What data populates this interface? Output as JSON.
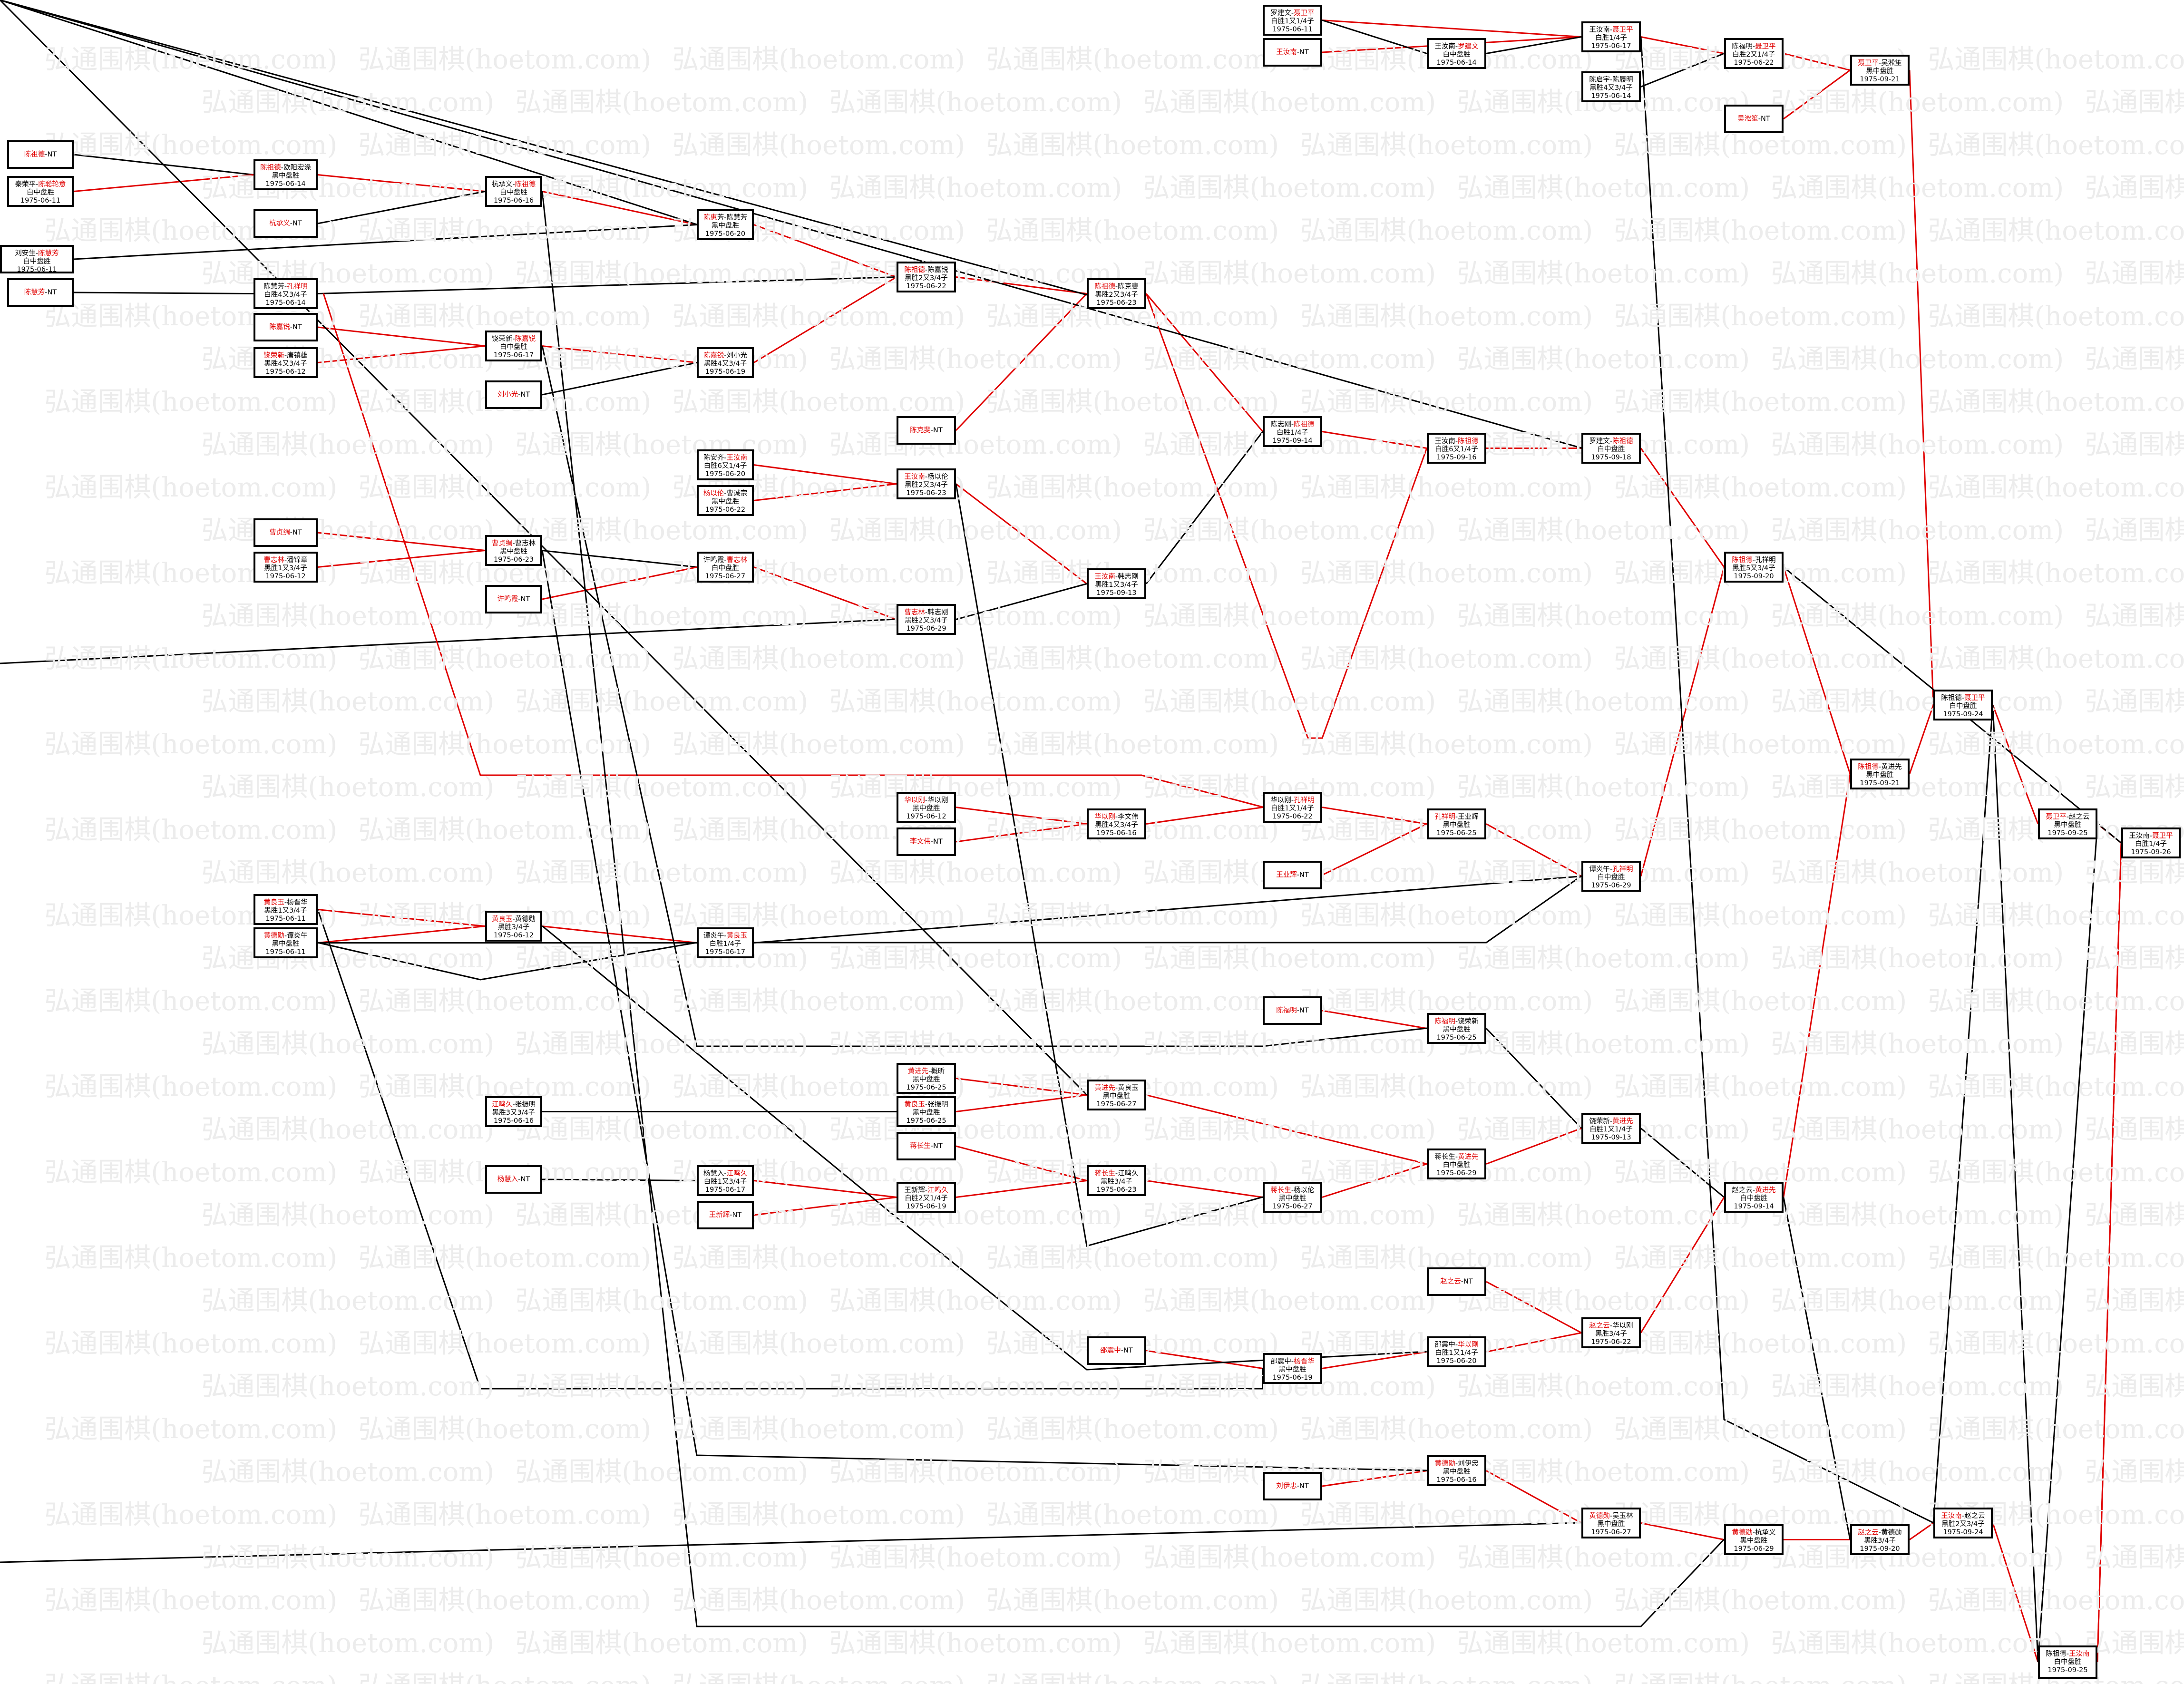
{
  "colors": {
    "red": "#e00000",
    "black": "#000000",
    "watermark": "#ececec"
  },
  "watermark": {
    "text": "弘通围棋(hoetom.com)"
  },
  "nodes": [
    {
      "id": "n001",
      "l1": [
        {
          "t": "陈祖德",
          "r": true
        },
        {
          "t": "-NT"
        }
      ]
    },
    {
      "id": "n002",
      "l1": [
        {
          "t": "秦荣平-"
        },
        {
          "t": "陈聪轮意",
          "r": true
        }
      ],
      "l2": "白中盘胜",
      "l3": "1975-06-11"
    },
    {
      "id": "n003",
      "l1": [
        {
          "t": "陈祖德",
          "r": true
        },
        {
          "t": "-欧阳宏涤"
        }
      ],
      "l2": "黑中盘胜",
      "l3": "1975-06-14"
    },
    {
      "id": "n004",
      "l1": [
        {
          "t": "杭承义",
          "r": true
        },
        {
          "t": "-NT"
        }
      ]
    },
    {
      "id": "n005",
      "l1": [
        {
          "t": "杭承义-"
        },
        {
          "t": "陈祖德",
          "r": true
        }
      ],
      "l2": "白中盘胜",
      "l3": "1975-06-16"
    },
    {
      "id": "n006",
      "l1": [
        {
          "t": "陈惠",
          "r": true
        },
        {
          "t": "芳-陈慧芳"
        }
      ],
      "l2": "黑中盘胜",
      "l3": "1975-06-20"
    },
    {
      "id": "n007",
      "l1": [
        {
          "t": "刘安生-"
        },
        {
          "t": "陈慧芳",
          "r": true
        }
      ],
      "l2": "白中盘胜",
      "l3": "1975-06-11"
    },
    {
      "id": "n008",
      "l1": [
        {
          "t": "陈慧芳",
          "r": true
        },
        {
          "t": "-NT"
        }
      ]
    },
    {
      "id": "n009",
      "l1": [
        {
          "t": "陈慧芳-"
        },
        {
          "t": "孔祥明",
          "r": true
        }
      ],
      "l2": "白胜4又3/4子",
      "l3": "1975-06-14"
    },
    {
      "id": "n010",
      "l1": [
        {
          "t": "陈嘉锐",
          "r": true
        },
        {
          "t": "-NT"
        }
      ]
    },
    {
      "id": "n011",
      "l1": [
        {
          "t": "饶荣新",
          "r": true
        },
        {
          "t": "-唐镇雄"
        }
      ],
      "l2": "黑胜4又3/4子",
      "l3": "1975-06-12"
    },
    {
      "id": "n012",
      "l1": [
        {
          "t": "饶荣新-"
        },
        {
          "t": "陈嘉锐",
          "r": true
        }
      ],
      "l2": "白中盘胜",
      "l3": "1975-06-17"
    },
    {
      "id": "n013",
      "l1": [
        {
          "t": "刘小光",
          "r": true
        },
        {
          "t": "-NT"
        }
      ]
    },
    {
      "id": "n014",
      "l1": [
        {
          "t": "陈嘉锐",
          "r": true
        },
        {
          "t": "-刘小光"
        }
      ],
      "l2": "黑胜4又3/4子",
      "l3": "1975-06-19"
    },
    {
      "id": "n015",
      "l1": [
        {
          "t": "陈祖德",
          "r": true
        },
        {
          "t": "-陈嘉锐"
        }
      ],
      "l2": "黑胜2又3/4子",
      "l3": "1975-06-22"
    },
    {
      "id": "n016",
      "l1": [
        {
          "t": "陈祖德",
          "r": true
        },
        {
          "t": "-陈克斐"
        }
      ],
      "l2": "黑胜2又3/4子",
      "l3": "1975-06-23"
    },
    {
      "id": "n017",
      "l1": [
        {
          "t": "陈克斐",
          "r": true
        },
        {
          "t": "-NT"
        }
      ]
    },
    {
      "id": "n018",
      "l1": [
        {
          "t": "陈安齐-"
        },
        {
          "t": "王汝南",
          "r": true
        }
      ],
      "l2": "白胜6又1/4子",
      "l3": "1975-06-20"
    },
    {
      "id": "n019",
      "l1": [
        {
          "t": "杨以伦",
          "r": true
        },
        {
          "t": "-曹诚宗",
          "r": false
        }
      ],
      "l2": "黑中盘胜",
      "l3": "1975-06-22"
    },
    {
      "id": "n020",
      "l1": [
        {
          "t": "王汝南",
          "r": true
        },
        {
          "t": "-杨以伦"
        }
      ],
      "l2": "黑胜2又3/4子",
      "l3": "1975-06-23"
    },
    {
      "id": "n021",
      "l1": [
        {
          "t": "曹贞绸",
          "r": true
        },
        {
          "t": "-NT"
        }
      ]
    },
    {
      "id": "n022",
      "l1": [
        {
          "t": "曹志林",
          "r": true
        },
        {
          "t": "-潘锦章"
        }
      ],
      "l2": "黑胜1又3/4子",
      "l3": "1975-06-12"
    },
    {
      "id": "n023",
      "l1": [
        {
          "t": "曹贞绸",
          "r": true
        },
        {
          "t": "-曹志林"
        }
      ],
      "l2": "黑中盘胜",
      "l3": "1975-06-23"
    },
    {
      "id": "n024",
      "l1": [
        {
          "t": "许鸣霞",
          "r": true
        },
        {
          "t": "-NT"
        }
      ]
    },
    {
      "id": "n025",
      "l1": [
        {
          "t": "许鸣霞-"
        },
        {
          "t": "曹志林",
          "r": true
        }
      ],
      "l2": "白中盘胜",
      "l3": "1975-06-27"
    },
    {
      "id": "n026",
      "l1": [
        {
          "t": "曹志林",
          "r": true
        },
        {
          "t": "-韩志刚"
        }
      ],
      "l2": "黑胜2又3/4子",
      "l3": "1975-06-29"
    },
    {
      "id": "n027",
      "l1": [
        {
          "t": "王汝南",
          "r": true
        },
        {
          "t": "-韩志刚"
        }
      ],
      "l2": "黑胜1又3/4子",
      "l3": "1975-09-13"
    },
    {
      "id": "n028",
      "l1": [
        {
          "t": "陈志刚-"
        },
        {
          "t": "陈祖德",
          "r": true
        }
      ],
      "l2": "白胜1/4子",
      "l3": "1975-09-14"
    },
    {
      "id": "n029",
      "l1": [
        {
          "t": "罗建文-"
        },
        {
          "t": "聂卫平",
          "r": true
        }
      ],
      "l2": "白胜1又1/4子",
      "l3": "1975-06-11"
    },
    {
      "id": "n030",
      "l1": [
        {
          "t": "王汝南",
          "r": true
        },
        {
          "t": "-NT"
        }
      ]
    },
    {
      "id": "n031",
      "l1": [
        {
          "t": "王汝南-"
        },
        {
          "t": "罗建文",
          "r": true
        }
      ],
      "l2": "白中盘胜",
      "l3": "1975-06-14"
    },
    {
      "id": "n032",
      "l1": [
        {
          "t": "王汝南-"
        },
        {
          "t": "聂卫平",
          "r": true
        }
      ],
      "l2": "白胜1/4子",
      "l3": "1975-06-17"
    },
    {
      "id": "n033",
      "l1": [
        {
          "t": "陈启宇-"
        },
        {
          "t": "陈履明",
          "r": false
        }
      ],
      "l2": "黑胜4又3/4子",
      "l3": "1975-06-14"
    },
    {
      "id": "n034",
      "l1": [
        {
          "t": "陈福明-"
        },
        {
          "t": "聂卫平",
          "r": true
        }
      ],
      "l2": "白胜2又1/4子",
      "l3": "1975-06-22"
    },
    {
      "id": "n035",
      "l1": [
        {
          "t": "吴淞笙",
          "r": true
        },
        {
          "t": "-NT"
        }
      ]
    },
    {
      "id": "n036",
      "l1": [
        {
          "t": "聂卫平",
          "r": true
        },
        {
          "t": "-吴淞笙"
        }
      ],
      "l2": "黑中盘胜",
      "l3": "1975-09-21"
    },
    {
      "id": "n037",
      "l1": [
        {
          "t": "王汝南-"
        },
        {
          "t": "陈祖德",
          "r": true
        }
      ],
      "l2": "白胜6又1/4子",
      "l3": "1975-09-16"
    },
    {
      "id": "n038",
      "l1": [
        {
          "t": "罗建文-"
        },
        {
          "t": "陈祖德",
          "r": true
        }
      ],
      "l2": "白中盘胜",
      "l3": "1975-09-18"
    },
    {
      "id": "n039",
      "l1": [
        {
          "t": "陈祖德",
          "r": true
        },
        {
          "t": "-孔祥明"
        }
      ],
      "l2": "黑胜5又3/4子",
      "l3": "1975-09-20"
    },
    {
      "id": "n040",
      "l1": [
        {
          "t": "陈祖德",
          "r": true
        },
        {
          "t": "-黄进先"
        }
      ],
      "l2": "黑中盘胜",
      "l3": "1975-09-21"
    },
    {
      "id": "n041",
      "l1": [
        {
          "t": "陈祖德-"
        },
        {
          "t": "聂卫平",
          "r": true
        }
      ],
      "l2": "白中盘胜",
      "l3": "1975-09-24"
    },
    {
      "id": "n042",
      "l1": [
        {
          "t": "聂卫平",
          "r": true
        },
        {
          "t": "-赵之云"
        }
      ],
      "l2": "黑中盘胜",
      "l3": "1975-09-25"
    },
    {
      "id": "n043",
      "l1": [
        {
          "t": "王汝南-"
        },
        {
          "t": "聂卫平",
          "r": true
        }
      ],
      "l2": "白胜1/4子",
      "l3": "1975-09-26"
    },
    {
      "id": "n044",
      "l1": [
        {
          "t": "华以刚",
          "r": true
        },
        {
          "t": "-华以刚"
        }
      ],
      "l2": "黑中盘胜",
      "l3": "1975-06-12"
    },
    {
      "id": "n045",
      "l1": [
        {
          "t": "李文伟",
          "r": true
        },
        {
          "t": "-NT"
        }
      ]
    },
    {
      "id": "n046",
      "l1": [
        {
          "t": "华以刚",
          "r": true
        },
        {
          "t": "-李文伟"
        }
      ],
      "l2": "黑胜4又3/4子",
      "l3": "1975-06-16"
    },
    {
      "id": "n047",
      "l1": [
        {
          "t": "华以刚-"
        },
        {
          "t": "孔祥明",
          "r": true
        }
      ],
      "l2": "白胜1又1/4子",
      "l3": "1975-06-22"
    },
    {
      "id": "n048",
      "l1": [
        {
          "t": "王业辉",
          "r": true
        },
        {
          "t": "-NT"
        }
      ]
    },
    {
      "id": "n049",
      "l1": [
        {
          "t": "孔祥明",
          "r": true
        },
        {
          "t": "-王业辉"
        }
      ],
      "l2": "黑中盘胜",
      "l3": "1975-06-25"
    },
    {
      "id": "n050",
      "l1": [
        {
          "t": "谭炎午-"
        },
        {
          "t": "孔祥明",
          "r": true
        }
      ],
      "l2": "白中盘胜",
      "l3": "1975-06-29"
    },
    {
      "id": "n051",
      "l1": [
        {
          "t": "黄良玉",
          "r": true
        },
        {
          "t": "-杨晋华"
        }
      ],
      "l2": "黑胜1又3/4子",
      "l3": "1975-06-11"
    },
    {
      "id": "n052",
      "l1": [
        {
          "t": "黄德勋",
          "r": true
        },
        {
          "t": "-谭炎午"
        }
      ],
      "l2": "黑中盘胜",
      "l3": "1975-06-11"
    },
    {
      "id": "n053",
      "l1": [
        {
          "t": "黄良玉",
          "r": true
        },
        {
          "t": "-黄德勋"
        }
      ],
      "l2": "黑胜3/4子",
      "l3": "1975-06-12"
    },
    {
      "id": "n054",
      "l1": [
        {
          "t": "谭炎午-"
        },
        {
          "t": "黄良玉",
          "r": true
        }
      ],
      "l2": "白胜1/4子",
      "l3": "1975-06-17"
    },
    {
      "id": "n055",
      "l1": [
        {
          "t": "陈福明",
          "r": true
        },
        {
          "t": "-NT"
        }
      ]
    },
    {
      "id": "n056",
      "l1": [
        {
          "t": "陈福明",
          "r": true
        },
        {
          "t": "-饶荣新"
        }
      ],
      "l2": "黑中盘胜",
      "l3": "1975-06-25"
    },
    {
      "id": "n057",
      "l1": [
        {
          "t": "黄进先",
          "r": true
        },
        {
          "t": "-概昕"
        }
      ],
      "l2": "黑中盘胜",
      "l3": "1975-06-25"
    },
    {
      "id": "n058",
      "l1": [
        {
          "t": "黄良玉",
          "r": true
        },
        {
          "t": "-张振明"
        }
      ],
      "l2": "黑中盘胜",
      "l3": "1975-06-25"
    },
    {
      "id": "n059",
      "l1": [
        {
          "t": "黄进先",
          "r": true
        },
        {
          "t": "-黄良玉"
        }
      ],
      "l2": "黑中盘胜",
      "l3": "1975-06-27"
    },
    {
      "id": "n060",
      "l1": [
        {
          "t": "江鸣久",
          "r": true
        },
        {
          "t": "-张振明"
        }
      ],
      "l2": "黑胜3又3/4子",
      "l3": "1975-06-16"
    },
    {
      "id": "n061",
      "l1": [
        {
          "t": "蒋长生",
          "r": true
        },
        {
          "t": "-NT"
        }
      ]
    },
    {
      "id": "n062",
      "l1": [
        {
          "t": "杨慧入",
          "r": true
        },
        {
          "t": "-NT"
        }
      ]
    },
    {
      "id": "n063",
      "l1": [
        {
          "t": "杨慧入-"
        },
        {
          "t": "江鸣久",
          "r": true
        }
      ],
      "l2": "白胜1又3/4子",
      "l3": "1975-06-17"
    },
    {
      "id": "n064",
      "l1": [
        {
          "t": "王新辉",
          "r": true
        },
        {
          "t": "-NT"
        }
      ]
    },
    {
      "id": "n065",
      "l1": [
        {
          "t": "王新辉-"
        },
        {
          "t": "江鸣久",
          "r": true
        }
      ],
      "l2": "白胜2又1/4子",
      "l3": "1975-06-19"
    },
    {
      "id": "n066",
      "l1": [
        {
          "t": "蒋长生",
          "r": true
        },
        {
          "t": "-江鸣久"
        }
      ],
      "l2": "黑胜3/4子",
      "l3": "1975-06-23"
    },
    {
      "id": "n067",
      "l1": [
        {
          "t": "蒋长生",
          "r": true
        },
        {
          "t": "-杨以伦"
        }
      ],
      "l2": "黑中盘胜",
      "l3": "1975-06-27"
    },
    {
      "id": "n068",
      "l1": [
        {
          "t": "蒋长生-"
        },
        {
          "t": "黄进先",
          "r": true
        }
      ],
      "l2": "白中盘胜",
      "l3": "1975-06-29"
    },
    {
      "id": "n069",
      "l1": [
        {
          "t": "饶荣新-"
        },
        {
          "t": "黄进先",
          "r": true
        }
      ],
      "l2": "白胜1又1/4子",
      "l3": "1975-09-13"
    },
    {
      "id": "n070",
      "l1": [
        {
          "t": "赵之云-"
        },
        {
          "t": "黄进先",
          "r": true
        }
      ],
      "l2": "白中盘胜",
      "l3": "1975-09-14"
    },
    {
      "id": "n071",
      "l1": [
        {
          "t": "赵之云",
          "r": true
        },
        {
          "t": "-NT"
        }
      ]
    },
    {
      "id": "n072",
      "l1": [
        {
          "t": "邵震中",
          "r": true
        },
        {
          "t": "-NT"
        }
      ]
    },
    {
      "id": "n073",
      "l1": [
        {
          "t": "邵震中-"
        },
        {
          "t": "杨晋华",
          "r": true
        }
      ],
      "l2": "黑中盘胜",
      "l3": "1975-06-19"
    },
    {
      "id": "n074",
      "l1": [
        {
          "t": "邵震中-"
        },
        {
          "t": "华以刚",
          "r": true
        }
      ],
      "l2": "白胜1又1/4子",
      "l3": "1975-06-20"
    },
    {
      "id": "n075",
      "l1": [
        {
          "t": "赵之云",
          "r": true
        },
        {
          "t": "-华以刚"
        }
      ],
      "l2": "黑胜3/4子",
      "l3": "1975-06-22"
    },
    {
      "id": "n076",
      "l1": [
        {
          "t": "刘伊忠",
          "r": true
        },
        {
          "t": "-NT"
        }
      ]
    },
    {
      "id": "n077",
      "l1": [
        {
          "t": "黄德勋",
          "r": true
        },
        {
          "t": "-刘伊忠"
        }
      ],
      "l2": "黑中盘胜",
      "l3": "1975-06-16"
    },
    {
      "id": "n078",
      "l1": [
        {
          "t": "黄德勋",
          "r": true
        },
        {
          "t": "-吴玉林"
        }
      ],
      "l2": "黑中盘胜",
      "l3": "1975-06-27"
    },
    {
      "id": "n079",
      "l1": [
        {
          "t": "黄德勋",
          "r": true
        },
        {
          "t": "-杭承义"
        }
      ],
      "l2": "黑中盘胜",
      "l3": "1975-06-29"
    },
    {
      "id": "n080",
      "l1": [
        {
          "t": "赵之云",
          "r": true
        },
        {
          "t": "-黄德勋"
        }
      ],
      "l2": "黑胜3/4子",
      "l3": "1975-09-20"
    },
    {
      "id": "n081",
      "l1": [
        {
          "t": "王汝南",
          "r": true
        },
        {
          "t": "-赵之云"
        }
      ],
      "l2": "黑胜2又3/4子",
      "l3": "1975-09-24"
    },
    {
      "id": "n082",
      "l1": [
        {
          "t": "陈祖德-"
        },
        {
          "t": "王汝南",
          "r": true
        }
      ],
      "l2": "白中盘胜",
      "l3": "1975-09-25"
    }
  ]
}
